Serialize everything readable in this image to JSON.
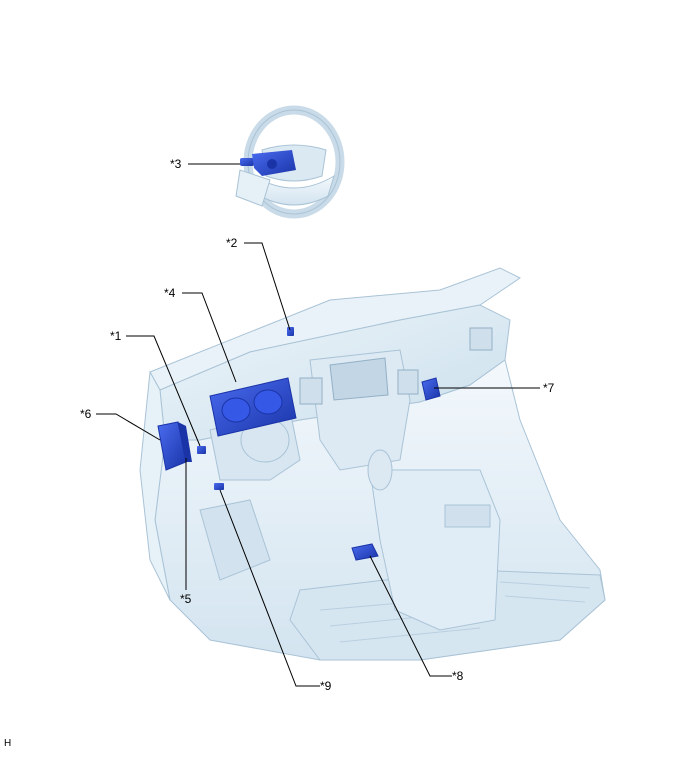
{
  "diagram": {
    "callouts": [
      {
        "id": "c3",
        "label": "*3"
      },
      {
        "id": "c2",
        "label": "*2"
      },
      {
        "id": "c4",
        "label": "*4"
      },
      {
        "id": "c1",
        "label": "*1"
      },
      {
        "id": "c6",
        "label": "*6"
      },
      {
        "id": "c7",
        "label": "*7"
      },
      {
        "id": "c5",
        "label": "*5"
      },
      {
        "id": "c9",
        "label": "*9"
      },
      {
        "id": "c8",
        "label": "*8"
      }
    ],
    "corner_mark": "H",
    "colors": {
      "interior_fill": "#e4eff7",
      "interior_stroke": "#a9c3d6",
      "highlight_component": "#2a4fe0",
      "highlight_dark": "#1a34a8"
    }
  }
}
